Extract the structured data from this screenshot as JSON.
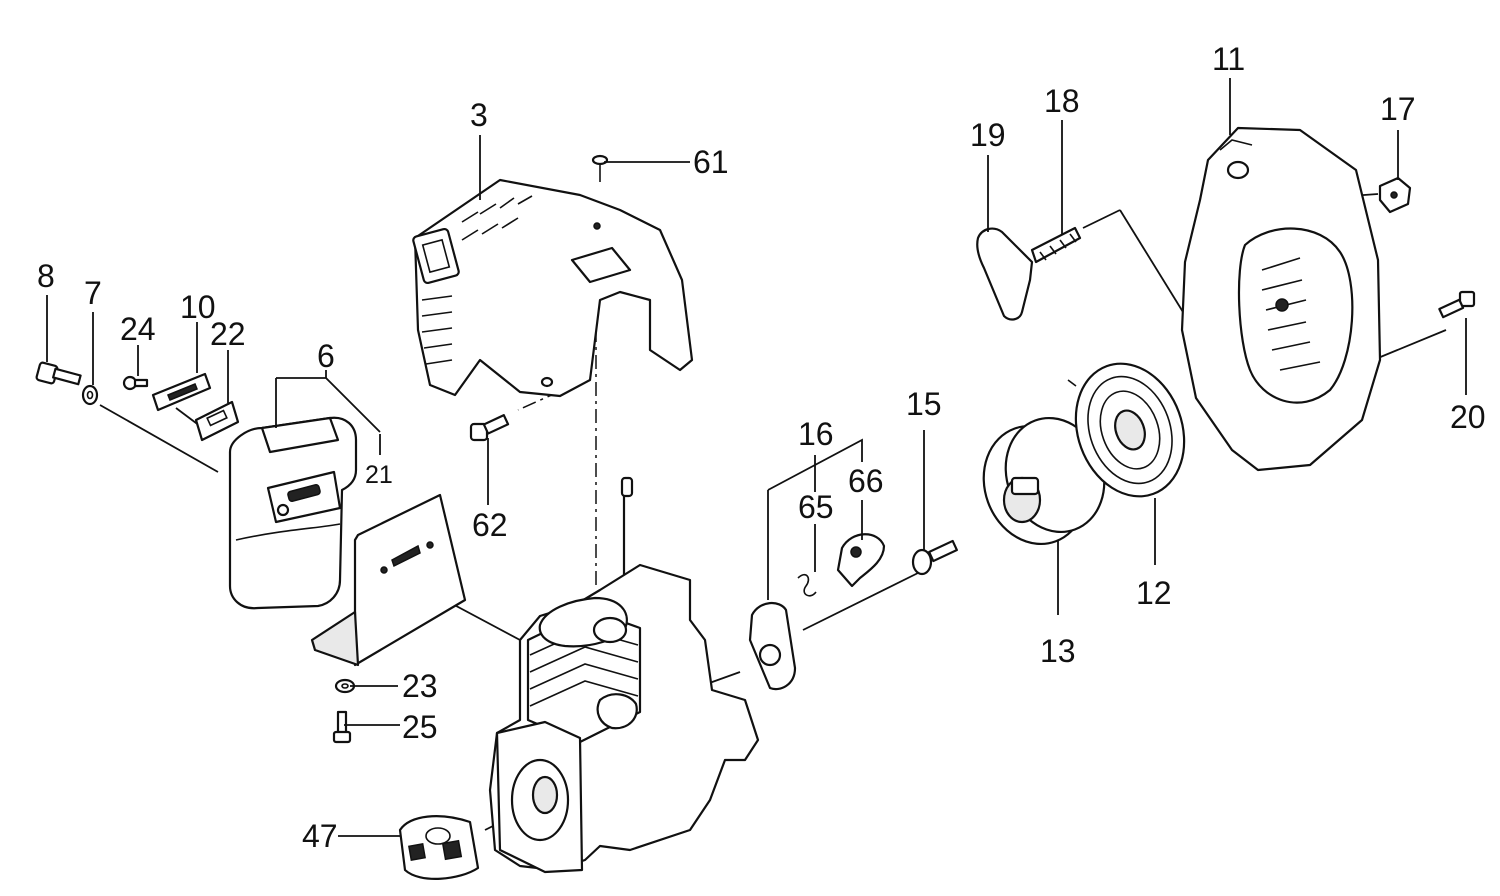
{
  "callouts": {
    "c3": "3",
    "c6": "6",
    "c7": "7",
    "c8": "8",
    "c10": "10",
    "c11": "11",
    "c12": "12",
    "c13": "13",
    "c15": "15",
    "c16": "16",
    "c17": "17",
    "c18": "18",
    "c19": "19",
    "c20": "20",
    "c21": "21",
    "c22": "22",
    "c23": "23",
    "c24": "24",
    "c25": "25",
    "c47": "47",
    "c61": "61",
    "c62": "62",
    "c65": "65",
    "c66": "66"
  }
}
